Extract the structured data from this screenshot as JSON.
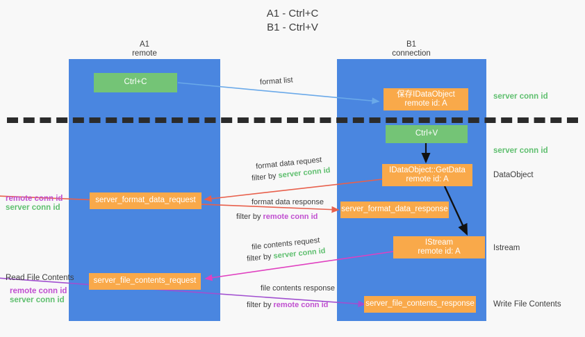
{
  "title": {
    "line1": "A1 - Ctrl+C",
    "line2": "B1 - Ctrl+V"
  },
  "columns": [
    {
      "name": "A1",
      "sub": "remote"
    },
    {
      "name": "B1",
      "sub": "connection"
    }
  ],
  "boxes": {
    "ctrl_c": "Ctrl+C",
    "ctrl_v": "Ctrl+V",
    "save_idataobject_l1": "保存IDataObject",
    "save_idataobject_l2": "remote id: A",
    "getdata_l1": "IDataObject::GetData",
    "getdata_l2": "remote id: A",
    "istream_l1": "IStream",
    "istream_l2": "remote id: A",
    "server_format_data_request": "server_format_data_request",
    "server_format_data_response": "server_format_data_response",
    "server_file_contents_request": "server_file_contents_request",
    "server_file_contents_response": "server_file_contents_response"
  },
  "edges": {
    "format_list": "format list",
    "format_data_request": "format data request",
    "format_data_request_filter_prefix": "filter by ",
    "format_data_request_filter_value": "server conn id",
    "format_data_response": "format data response",
    "format_data_response_filter_prefix": "filter by ",
    "format_data_response_filter_value": "remote conn id",
    "file_contents_request": "file contents request",
    "file_contents_request_filter_prefix": "filter by ",
    "file_contents_request_filter_value": "server conn id",
    "file_contents_response": "file contents response",
    "file_contents_response_filter_prefix": "filter by ",
    "file_contents_response_filter_value": "remote conn id"
  },
  "annotations": {
    "server_conn_id_top": "server conn id",
    "server_conn_id_mid": "server conn id",
    "dataobject": "DataObject",
    "istream": "Istream",
    "write_file_contents": "Write File Contents",
    "read_file_contents": "Read File Contents",
    "left_remote_conn_id_1": "remote conn id",
    "left_server_conn_id_1": "server conn id",
    "left_remote_conn_id_2": "remote conn id",
    "left_server_conn_id_2": "server conn id"
  },
  "colors": {
    "lane": "#4a86e0",
    "green_box": "#74c476",
    "orange_box": "#f9a94a",
    "green_text": "#5fbf6f",
    "purple_text": "#c04fd0",
    "arrow_blue": "#6aa9e9",
    "arrow_red": "#e8604c",
    "arrow_magenta": "#e040c0",
    "arrow_purple": "#a14fd0",
    "arrow_black": "#111111",
    "background": "#f8f8f8"
  }
}
